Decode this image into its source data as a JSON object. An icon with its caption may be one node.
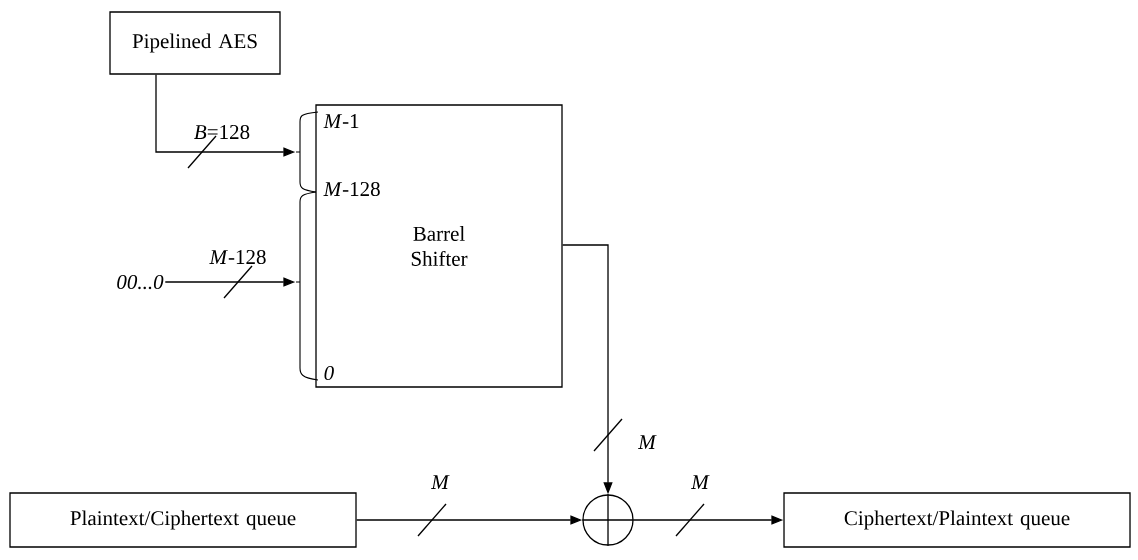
{
  "diagram": {
    "nodes": [
      {
        "text": [
          "Pipelined AES"
        ]
      },
      {
        "text": [
          "Barrel Shifter"
        ]
      },
      {
        "text": [
          "00...0"
        ]
      },
      {
        "text": [],
        "shape": "circle"
      },
      {
        "text": [
          "Plaintext/Ciphertext queue"
        ]
      },
      {
        "text": [
          "Ciphertext/Plaintext queue"
        ]
      }
    ],
    "edges": [
      {
        "from": 0,
        "to": 1,
        "arrow": "to",
        "label": "*B*=128"
      },
      {
        "from": 2,
        "to": 1,
        "arrow": "to",
        "label": "*M*-128"
      },
      {
        "from": 1,
        "to": 3,
        "arrow": "to",
        "label": "M"
      },
      {
        "from": 4,
        "to": 3,
        "arrow": "to",
        "label": "M"
      },
      {
        "from": 3,
        "to": 5,
        "arrow": "to",
        "label": "M"
      }
    ],
    "labels": [
      "*M*-1",
      "*M*-128",
      "0"
    ]
  }
}
